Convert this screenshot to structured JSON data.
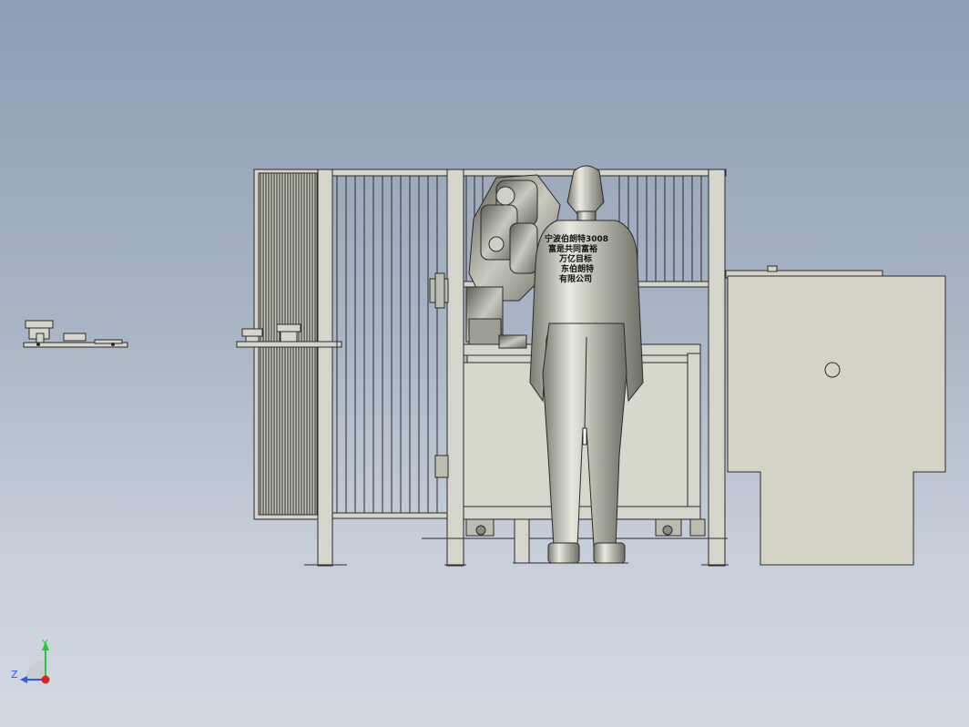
{
  "model_view": {
    "jacket_text": [
      "宁波伯朗特3008",
      "富是共同富裕",
      "万亿目标",
      "东伯朗特",
      "有限公司"
    ]
  },
  "triad": {
    "y_label": "Y",
    "z_label": "Z",
    "colors": {
      "y": "#28c840",
      "z": "#2f5bea",
      "x": "#e02020"
    }
  },
  "colors": {
    "background_top": "#8d9db2",
    "background_bottom": "#d3d9e1",
    "frame": "#d6d5cb",
    "outline": "#2b2b2b",
    "cabinet": "#d4d3c6"
  }
}
